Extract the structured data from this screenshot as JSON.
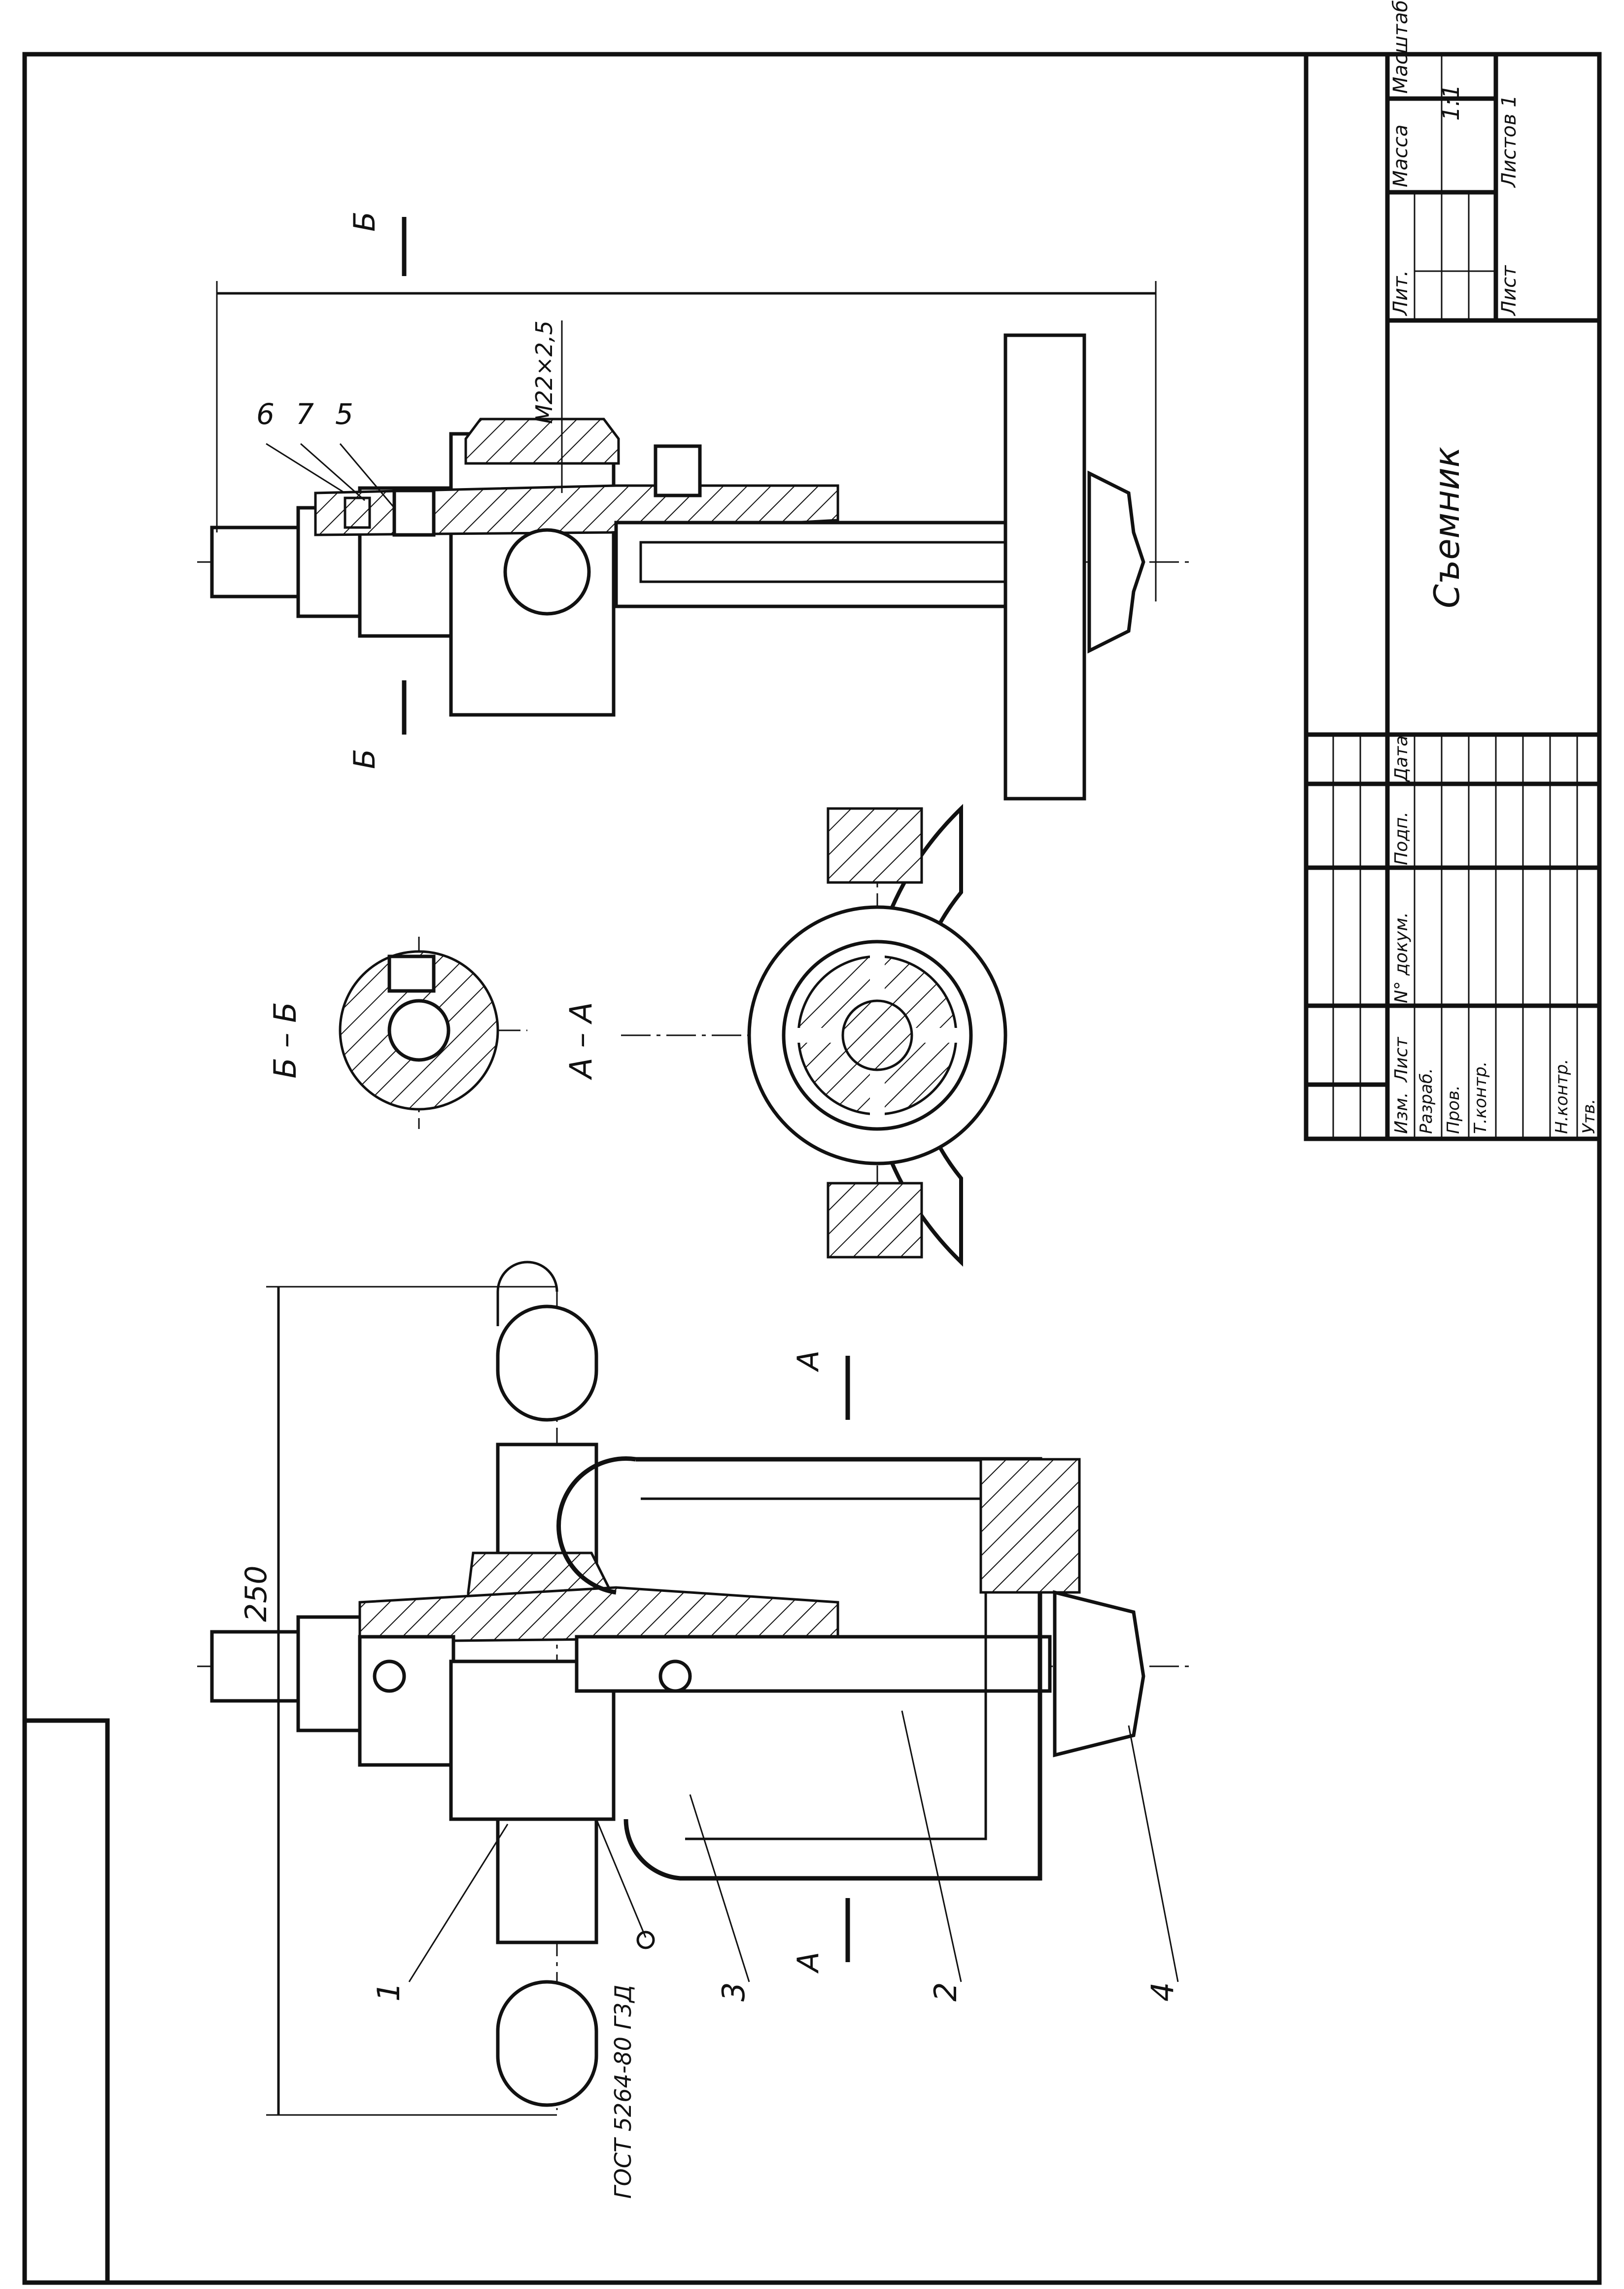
{
  "title_block": {
    "drawing_title": "Съемник",
    "col_izm": "Изм.",
    "col_list": "Лист",
    "col_doc": "N° докум.",
    "col_sign": "Подп.",
    "col_date": "Дата",
    "row_develop": "Разраб.",
    "row_check": "Пров.",
    "row_tcontrol": "Т.контр.",
    "row_ncontrol": "Н.контр.",
    "row_approve": "Утв.",
    "lit_label": "Лит.",
    "mass_label": "Масса",
    "scale_label": "Масштаб",
    "scale_value": "1:1",
    "sheet_label": "Лист",
    "sheets_label": "Листов 1"
  },
  "views": {
    "section_aa": "А – А",
    "section_bb": "Б – Б",
    "cut_a": "А",
    "cut_b": "Б"
  },
  "dimensions": {
    "overall_250": "250",
    "thread": "М22×2,5"
  },
  "weld_note": "ГОСТ 5264-80 Г3Д",
  "part_callouts": [
    "1",
    "2",
    "3",
    "4",
    "5",
    "6",
    "7"
  ]
}
